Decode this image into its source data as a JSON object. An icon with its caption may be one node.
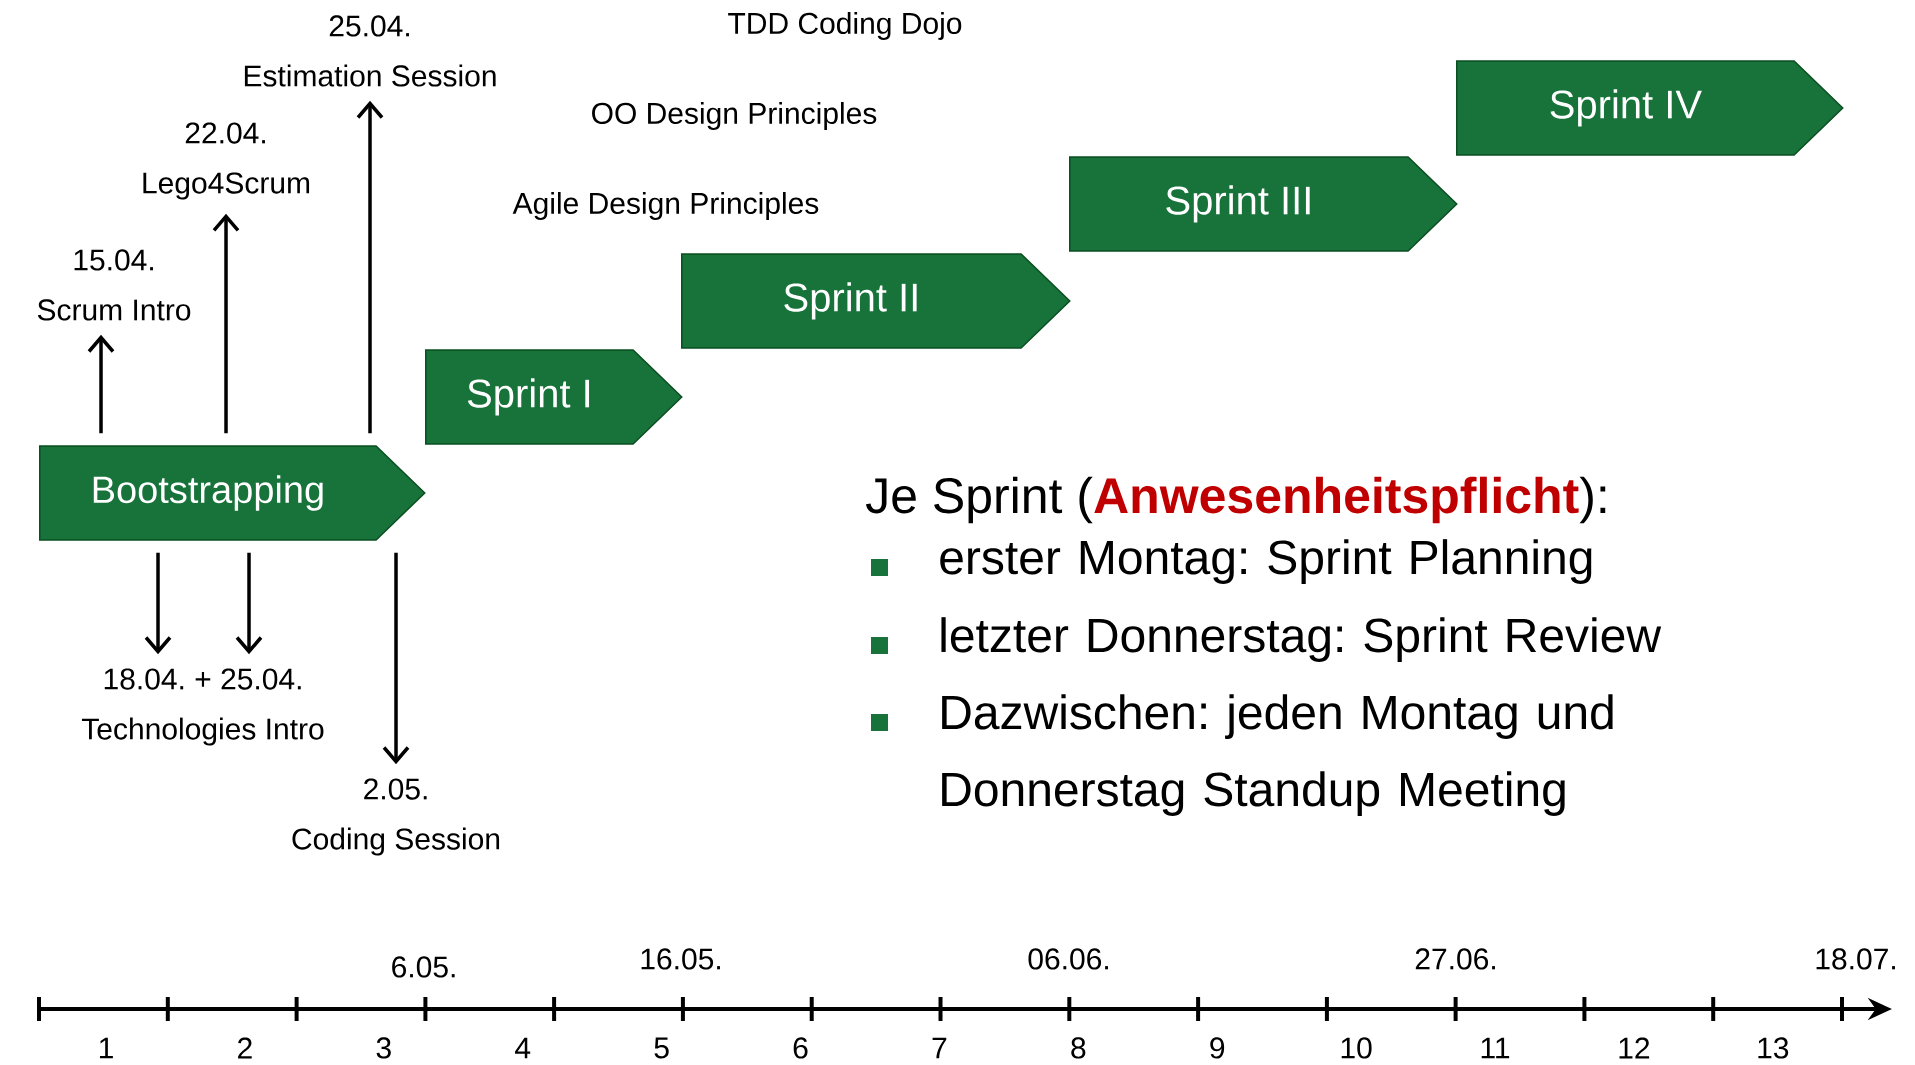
{
  "diagram": {
    "nodes": [
      {
        "text": [
          "Bootstrapping"
        ]
      },
      {
        "text": [
          "Sprint I"
        ]
      },
      {
        "text": [
          "Sprint II"
        ]
      },
      {
        "text": [
          "Sprint III"
        ]
      },
      {
        "text": [
          "Sprint IV"
        ]
      },
      {
        "text": [
          "15.04.",
          "Scrum Intro"
        ]
      },
      {
        "text": [
          "22.04.",
          "Lego4Scrum"
        ]
      },
      {
        "text": [
          "25.04.",
          "Estimation Session"
        ]
      },
      {
        "text": [
          "18.04. + 25.04.",
          "Technologies Intro"
        ]
      },
      {
        "text": [
          "2.05.",
          "Coding Session"
        ]
      }
    ],
    "edges": [
      {
        "from": 0,
        "to": 5,
        "arrow": "to"
      },
      {
        "from": 0,
        "to": 6,
        "arrow": "to"
      },
      {
        "from": 0,
        "to": 7,
        "arrow": "to"
      },
      {
        "from": 0,
        "to": 8,
        "arrow": "to"
      },
      {
        "from": 0,
        "to": 8,
        "arrow": "to"
      },
      {
        "from": 0,
        "to": 9,
        "arrow": "to"
      }
    ],
    "labels": [
      "TDD Coding Dojo",
      "OO Design Principles",
      "Agile Design Principles",
      "Je Sprint (**Anwesenheitspflicht**):",
      "erster Montag: Sprint Planning",
      "letzter Donnerstag: Sprint Review",
      "Dazwischen: jeden Montag und Donnerstag Standup Meeting",
      "6.05.",
      "16.05.",
      "06.06.",
      "27.06.",
      "18.07.",
      "1",
      "2",
      "3",
      "4",
      "5",
      "6",
      "7",
      "8",
      "9",
      "10",
      "11",
      "12",
      "13"
    ]
  }
}
